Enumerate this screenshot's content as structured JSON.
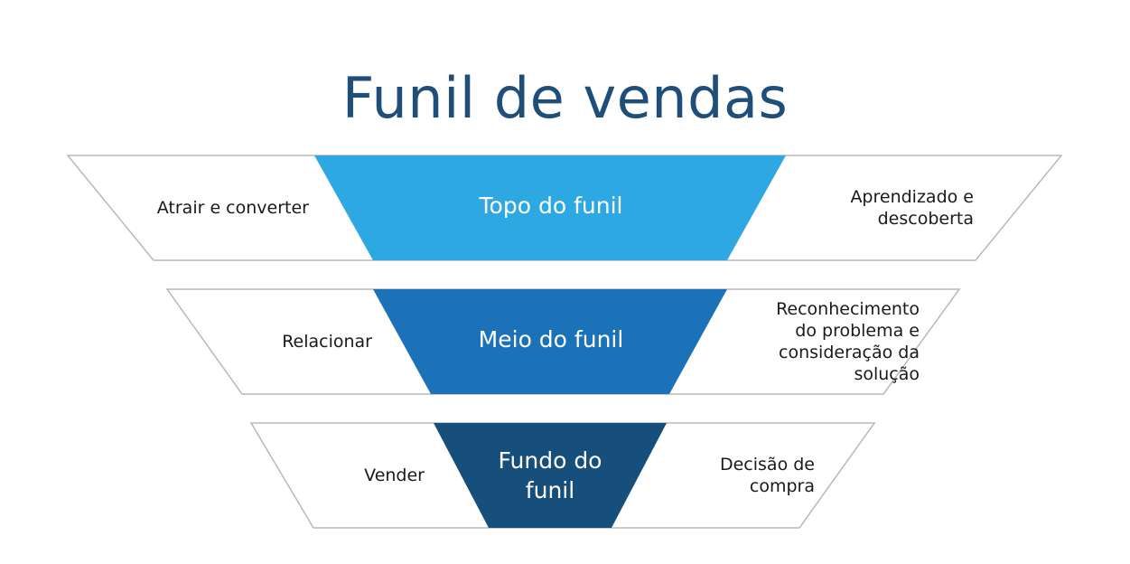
{
  "title": "Funil de vendas",
  "colors": {
    "title": "#1f4e79",
    "topo": "#2ea8e3",
    "meio": "#1b72b8",
    "fundo": "#174f7c",
    "outline": "#b8b8b8",
    "side_fill": "#ffffff"
  },
  "stages": [
    {
      "name": "Topo do funil",
      "left_text": "Atrair e converter",
      "right_text": "Aprendizado e\ndescoberta"
    },
    {
      "name": "Meio do funil",
      "left_text": "Relacionar",
      "right_text": "Reconhecimento\ndo problema e\nconsideração da\nsolução"
    },
    {
      "name": "Fundo do\nfunil",
      "left_text": "Vender",
      "right_text": "Decisão de\ncompra"
    }
  ]
}
